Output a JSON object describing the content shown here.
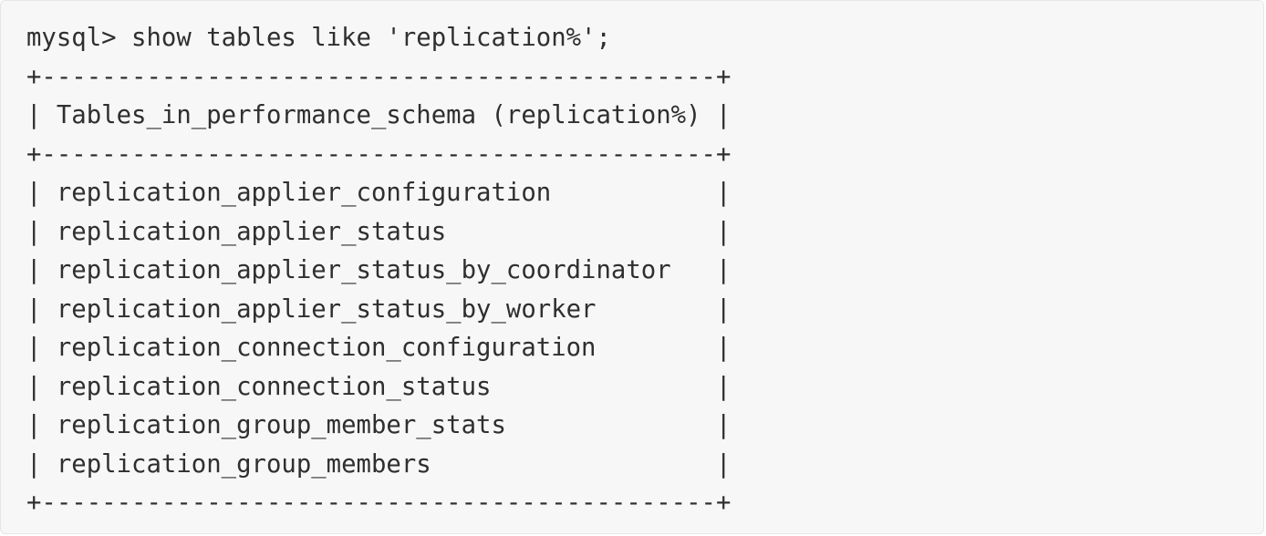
{
  "terminal": {
    "command": "mysql> show tables like 'replication%';",
    "border": "+---------------------------------------------+",
    "header_row": "| Tables_in_performance_schema (replication%) |",
    "rows": [
      "| replication_applier_configuration           |",
      "| replication_applier_status                  |",
      "| replication_applier_status_by_coordinator   |",
      "| replication_applier_status_by_worker        |",
      "| replication_connection_configuration        |",
      "| replication_connection_status               |",
      "| replication_group_member_stats              |",
      "| replication_group_members                   |"
    ]
  }
}
